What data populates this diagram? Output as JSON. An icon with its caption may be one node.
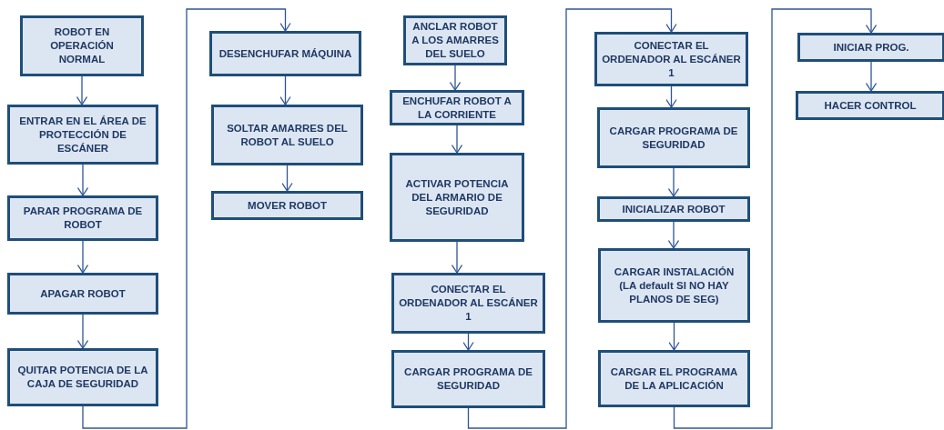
{
  "diagram": {
    "nodes": [
      {
        "text": [
          "ROBOT EN OPERACIÓN NORMAL"
        ]
      },
      {
        "text": [
          "ENTRAR EN EL ÁREA DE PROTECCIÓN DE ESCÁNER"
        ]
      },
      {
        "text": [
          "PARAR PROGRAMA DE ROBOT"
        ]
      },
      {
        "text": [
          "APAGAR ROBOT"
        ]
      },
      {
        "text": [
          "QUITAR POTENCIA DE LA CAJA DE SEGURIDAD"
        ]
      },
      {
        "text": [
          "DESENCHUFAR MÁQUINA"
        ]
      },
      {
        "text": [
          "SOLTAR AMARRES DEL ROBOT AL SUELO"
        ]
      },
      {
        "text": [
          "MOVER ROBOT"
        ]
      },
      {
        "text": [
          "ANCLAR ROBOT A LOS AMARRES DEL SUELO"
        ]
      },
      {
        "text": [
          "ENCHUFAR ROBOT A LA CORRIENTE"
        ]
      },
      {
        "text": [
          "ACTIVAR POTENCIA DEL ARMARIO DE SEGURIDAD"
        ]
      },
      {
        "text": [
          "CONECTAR EL ORDENADOR AL ESCÁNER 1"
        ]
      },
      {
        "text": [
          "CARGAR PROGRAMA DE SEGURIDAD"
        ]
      },
      {
        "text": [
          "CONECTAR EL ORDENADOR AL ESCÁNER 1"
        ]
      },
      {
        "text": [
          "CARGAR PROGRAMA DE SEGURIDAD"
        ]
      },
      {
        "text": [
          "INICIALIZAR ROBOT"
        ]
      },
      {
        "text": [
          "CARGAR INSTALACIÓN (LA default SI NO HAY PLANOS DE SEG)"
        ]
      },
      {
        "text": [
          "CARGAR EL PROGRAMA DE LA APLICACIÓN"
        ]
      },
      {
        "text": [
          "INICIAR PROG."
        ]
      },
      {
        "text": [
          "HACER CONTROL"
        ]
      }
    ],
    "edges": [
      {
        "from": 0,
        "to": 1,
        "arrow": "to"
      },
      {
        "from": 1,
        "to": 2,
        "arrow": "to"
      },
      {
        "from": 2,
        "to": 3,
        "arrow": "to"
      },
      {
        "from": 3,
        "to": 4,
        "arrow": "to"
      },
      {
        "from": 4,
        "to": 5,
        "arrow": "to"
      },
      {
        "from": 5,
        "to": 6,
        "arrow": "to"
      },
      {
        "from": 6,
        "to": 7,
        "arrow": "to"
      },
      {
        "from": 8,
        "to": 9,
        "arrow": "to"
      },
      {
        "from": 9,
        "to": 10,
        "arrow": "to"
      },
      {
        "from": 10,
        "to": 11,
        "arrow": "to"
      },
      {
        "from": 11,
        "to": 12,
        "arrow": "to"
      },
      {
        "from": 12,
        "to": 13,
        "arrow": "to"
      },
      {
        "from": 13,
        "to": 14,
        "arrow": "to"
      },
      {
        "from": 14,
        "to": 15,
        "arrow": "to"
      },
      {
        "from": 15,
        "to": 16,
        "arrow": "to"
      },
      {
        "from": 16,
        "to": 17,
        "arrow": "to"
      },
      {
        "from": 17,
        "to": 18,
        "arrow": "to"
      },
      {
        "from": 18,
        "to": 19,
        "arrow": "to"
      }
    ]
  }
}
